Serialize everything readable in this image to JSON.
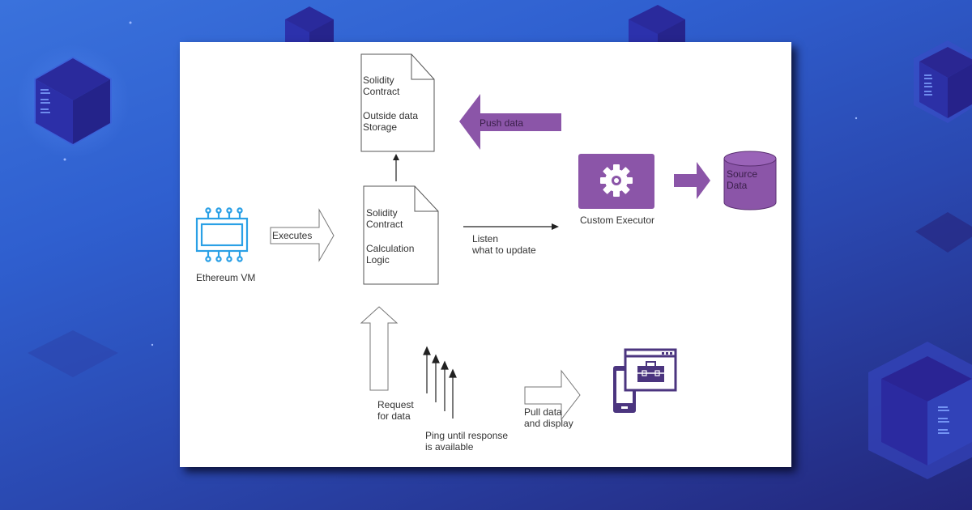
{
  "colors": {
    "background_top": "#3a72dc",
    "background_bottom": "#23267a",
    "panel": "#ffffff",
    "accent_purple": "#8b55a8",
    "device_purple": "#4b357f",
    "chip_blue": "#2aa0e6",
    "line": "#222222"
  },
  "diagram": {
    "ethereum_vm": {
      "icon": "cpu-chip-icon",
      "label": "Ethereum VM"
    },
    "executes_arrow": {
      "label": "Executes"
    },
    "contract_calc": {
      "icon": "document-icon",
      "line1": "Solidity",
      "line2": "Contract",
      "line3": "Calculation",
      "line4": "Logic"
    },
    "contract_storage": {
      "icon": "document-icon",
      "line1": "Solidity",
      "line2": "Contract",
      "line3": "Outside data",
      "line4": "Storage"
    },
    "push_arrow": {
      "label": "Push data"
    },
    "custom_executor": {
      "icon": "gear-icon",
      "label": "Custom Executor"
    },
    "source_data": {
      "icon": "database-cylinder-icon",
      "line1": "Source",
      "line2": "Data"
    },
    "listen_arrow": {
      "line1": "Listen",
      "line2": "what to update"
    },
    "request_arrow": {
      "line1": "Request",
      "line2": "for data"
    },
    "ping_arrows": {
      "count": 4,
      "line1": "Ping until response",
      "line2": "is available"
    },
    "pull_arrow": {
      "line1": "Pull data",
      "line2": "and display"
    },
    "display_device": {
      "icon": "mobile-browser-toolbox-icon"
    }
  }
}
